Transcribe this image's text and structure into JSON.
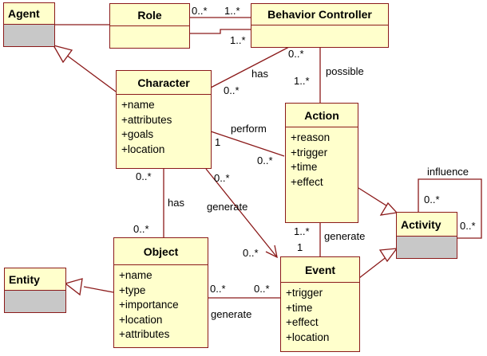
{
  "classes": {
    "agent": {
      "name": "Agent",
      "attributes": []
    },
    "role": {
      "name": "Role",
      "attributes": []
    },
    "behavior_controller": {
      "name": "Behavior Controller",
      "attributes": []
    },
    "character": {
      "name": "Character",
      "attributes": [
        "+name",
        "+attributes",
        "+goals",
        "+location"
      ]
    },
    "action": {
      "name": "Action",
      "attributes": [
        "+reason",
        "+trigger",
        "+time",
        "+effect"
      ]
    },
    "activity": {
      "name": "Activity",
      "attributes": []
    },
    "object": {
      "name": "Object",
      "attributes": [
        "+name",
        "+type",
        "+importance",
        "+location",
        "+attributes"
      ]
    },
    "event": {
      "name": "Event",
      "attributes": [
        "+trigger",
        "+time",
        "+effect",
        "+location"
      ]
    },
    "entity": {
      "name": "Entity",
      "attributes": []
    }
  },
  "labels": {
    "role_bc_src": "0..*",
    "role_bc_dst": "1..*",
    "agent_bc_mult": "1..*",
    "has_char_bc": "has",
    "char_bc_mult_top": "0..*",
    "char_bc_mult_bottom": "0..*",
    "possible": "possible",
    "action_bc_mult": "1..*",
    "perform": "perform",
    "perform_char_mult": "1",
    "perform_action_mult": "0..*",
    "influence": "influence",
    "activity_self_top": "0..*",
    "activity_self_right": "0..*",
    "char_obj_mult_top": "0..*",
    "has_char_obj": "has",
    "char_obj_mult_bottom": "0..*",
    "char_event_mult": "0..*",
    "generate_char_event": "generate",
    "char_event_end_mult": "0..*",
    "action_event_mult_top": "1..*",
    "action_event_mult_bottom": "1",
    "generate_action_event": "generate",
    "obj_event_mult_left": "0..*",
    "obj_event_mult_right": "0..*",
    "generate_obj_event": "generate"
  },
  "colors": {
    "class_fill": "#ffffcc",
    "abstract_fill": "#c8c8c8",
    "line": "#8b1a1a"
  }
}
